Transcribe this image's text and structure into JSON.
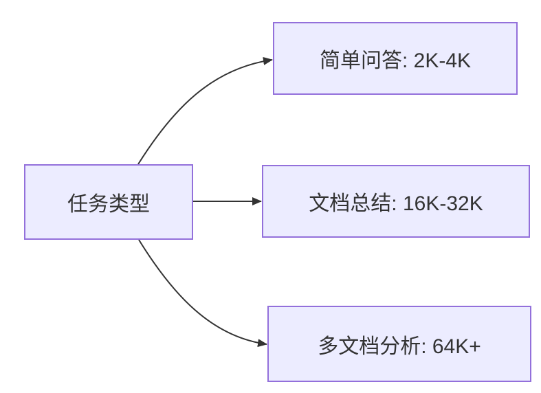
{
  "diagram": {
    "type": "flowchart",
    "background_color": "#ffffff",
    "node_fill_color": "#ECECFF",
    "node_border_color": "#9370DB",
    "edge_color": "#333333",
    "text_color": "#333333",
    "nodes": [
      {
        "id": "task-type",
        "label": "任务类型"
      },
      {
        "id": "simple-qa",
        "label": "简单问答: 2K-4K"
      },
      {
        "id": "doc-summary",
        "label": "文档总结: 16K-32K"
      },
      {
        "id": "multi-doc",
        "label": "多文档分析: 64K+"
      }
    ],
    "edges": [
      {
        "from": "task-type",
        "to": "simple-qa"
      },
      {
        "from": "task-type",
        "to": "doc-summary"
      },
      {
        "from": "task-type",
        "to": "multi-doc"
      }
    ]
  }
}
